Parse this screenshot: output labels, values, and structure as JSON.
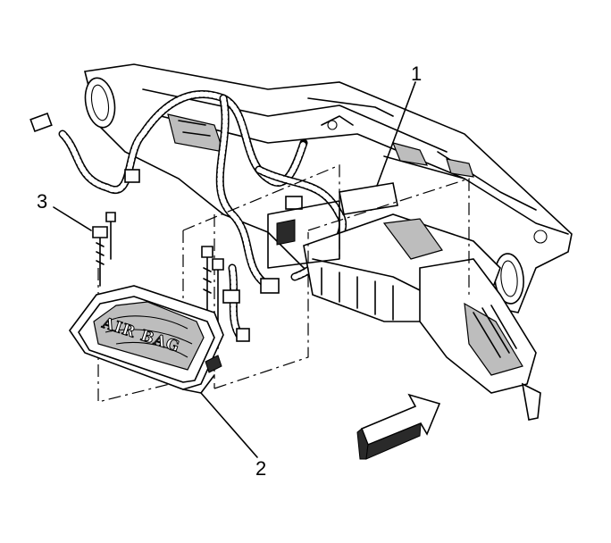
{
  "callouts": {
    "one": "1",
    "two": "2",
    "three": "3"
  },
  "module_label": "AIR BAG"
}
